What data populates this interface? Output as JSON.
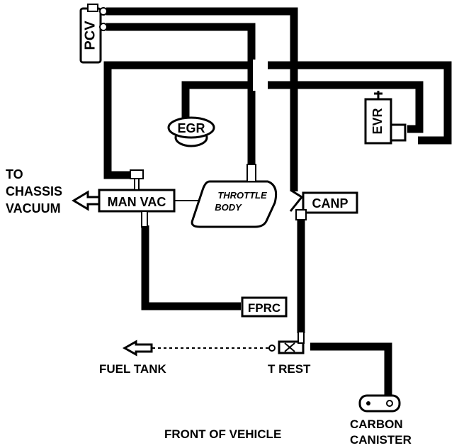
{
  "labels": {
    "to_chassis_vacuum": [
      "TO",
      "CHASSIS",
      "VACUUM"
    ],
    "man_vac": "MAN VAC",
    "throttle_body": [
      "THROTTLE",
      "BODY"
    ],
    "egr": "EGR",
    "pcv": "PCV",
    "evr": "EVR",
    "canp": "CANP",
    "fprc": "FPRC",
    "fuel_tank": "FUEL TANK",
    "t_rest": "T REST",
    "carbon_canister": [
      "CARBON",
      "CANISTER"
    ],
    "front_of_vehicle": "FRONT OF VEHICLE"
  },
  "colors": {
    "line": "#000000",
    "background": "#ffffff"
  }
}
